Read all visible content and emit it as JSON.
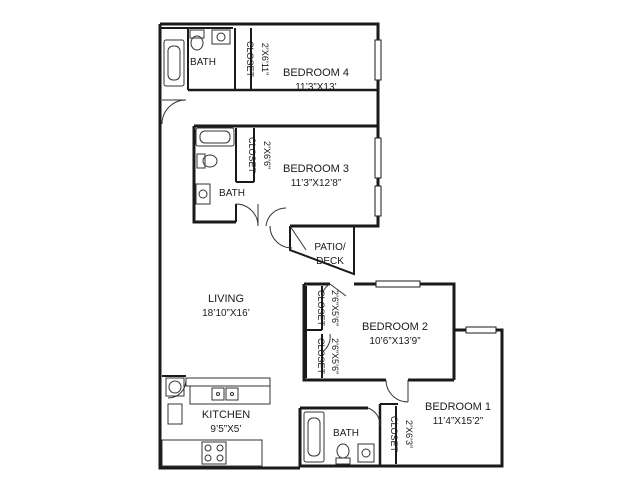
{
  "rooms": {
    "bedroom4": {
      "name": "BEDROOM 4",
      "dim": "11’3”X13’"
    },
    "bedroom3": {
      "name": "BEDROOM 3",
      "dim": "11’3”X12’8”"
    },
    "bedroom2": {
      "name": "BEDROOM 2",
      "dim": "10’6”X13’9”"
    },
    "bedroom1": {
      "name": "BEDROOM 1",
      "dim": "11’4”X15’2”"
    },
    "living": {
      "name": "LIVING",
      "dim": "18’10”X16’"
    },
    "kitchen": {
      "name": "KITCHEN",
      "dim": "9’5”X5’"
    },
    "patio": {
      "line1": "PATIO/",
      "line2": "DECK"
    }
  },
  "baths": {
    "bath_top": "BATH",
    "bath_mid": "BATH",
    "bath_bottom": "BATH"
  },
  "closets": {
    "c4": {
      "label": "CLOSET",
      "dim": "2’X6’11”"
    },
    "c3": {
      "label": "CLOSET",
      "dim": "2’X6’6”"
    },
    "c2a": {
      "label": "CLOSET",
      "dim": "2’6”X5’6”"
    },
    "c2b": {
      "label": "CLOSET",
      "dim": "2’6”X5’6”"
    },
    "c1": {
      "label": "CLOSET",
      "dim": "2’X6’3”"
    }
  }
}
